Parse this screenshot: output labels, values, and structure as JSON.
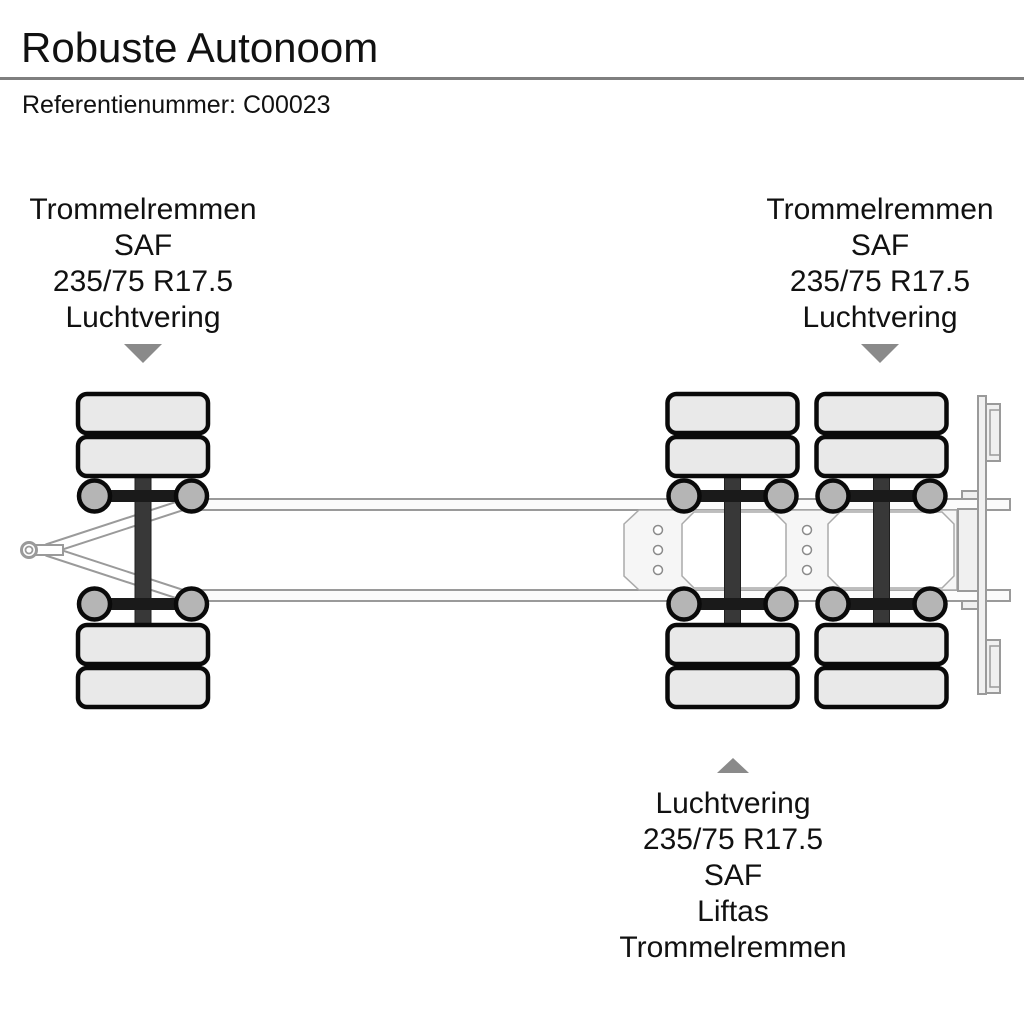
{
  "header": {
    "title": "Robuste Autonoom",
    "reference_label": "Referentienummer:",
    "reference_value": "C00023"
  },
  "annotations": {
    "front_axle": {
      "pointer_icon": "down-arrow",
      "lines": [
        "Trommelremmen",
        "SAF",
        "235/75 R17.5",
        "Luchtvering"
      ]
    },
    "rear_axle": {
      "pointer_icon": "down-arrow",
      "lines": [
        "Trommelremmen",
        "SAF",
        "235/75 R17.5",
        "Luchtvering"
      ]
    },
    "lift_axle": {
      "pointer_icon": "up-arrow",
      "lines": [
        "Luchtvering",
        "235/75 R17.5",
        "SAF",
        "Liftas",
        "Trommelremmen"
      ]
    }
  },
  "diagram": {
    "type": "trailer-chassis-top-view",
    "axle_count": 3,
    "wheels_per_axle": "dual tires both sides",
    "features": [
      "drawbar with hitch eye",
      "two frame rails",
      "crossmember plates with bolt holes",
      "rear underrun assembly"
    ]
  },
  "theme": {
    "bg": "#ffffff",
    "text": "#111111",
    "sep": "#7f7f7f",
    "arrow": "#8a8a8a",
    "tire-fill": "#e9e9e9",
    "ink": "#0a0a0a",
    "metal": "#383838",
    "bellow": "#b5b5b5",
    "frame-fill": "#fbfbfb",
    "frame-stroke": "#9a9a9a",
    "plate-fill": "#f6f6f6"
  }
}
